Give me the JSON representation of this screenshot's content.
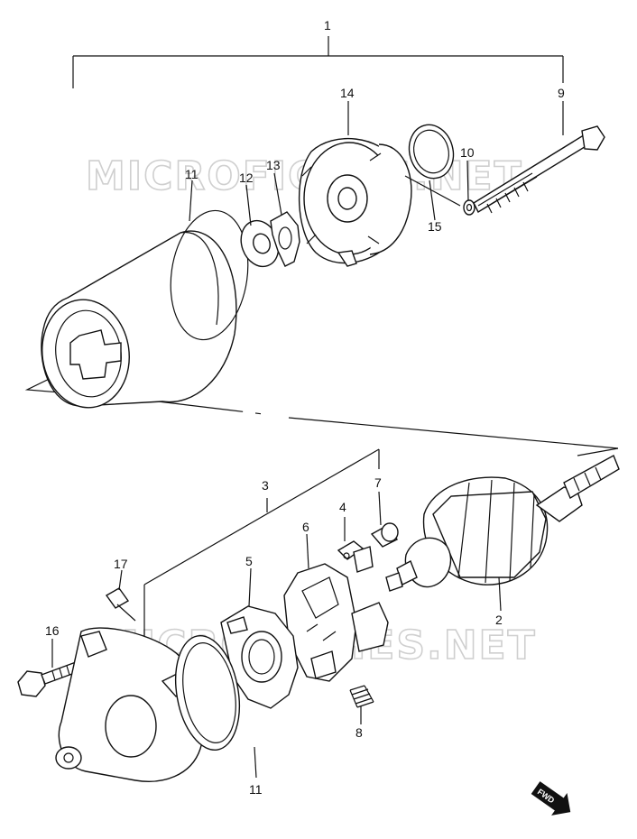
{
  "watermark": "MICROFICHES.NET",
  "fwd_label": "FWD",
  "callouts": {
    "c1": "1",
    "c2": "2",
    "c3": "3",
    "c4": "4",
    "c5": "5",
    "c6": "6",
    "c7": "7",
    "c8": "8",
    "c9": "9",
    "c10": "10",
    "c11a": "11",
    "c11b": "11",
    "c12": "12",
    "c13": "13",
    "c14": "14",
    "c15": "15",
    "c16": "16",
    "c17": "17"
  }
}
